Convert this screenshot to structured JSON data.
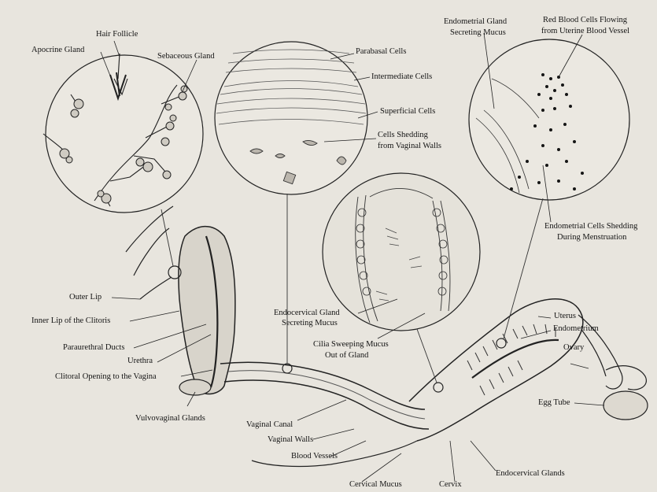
{
  "labels": {
    "hair_follicle": "Hair Follicle",
    "apocrine_gland": "Apocrine Gland",
    "sebaceous_gland": "Sebaceous Gland",
    "parabasal_cells": "Parabasal Cells",
    "intermediate_cells": "Intermediate Cells",
    "superficial_cells": "Superficial Cells",
    "cells_shedding_1": "Cells Shedding",
    "cells_shedding_2": "from Vaginal Walls",
    "endometrial_gland_1": "Endometrial Gland",
    "endometrial_gland_2": "Secreting Mucus",
    "red_blood_cells_1": "Red Blood Cells Flowing",
    "red_blood_cells_2": "from Uterine Blood Vessel",
    "endometrial_cells_1": "Endometrial Cells Shedding",
    "endometrial_cells_2": "During Menstruation",
    "outer_lip": "Outer Lip",
    "inner_lip": "Inner Lip of the Clitoris",
    "paraurethral_ducts": "Paraurethral Ducts",
    "urethra": "Urethra",
    "clitoral_opening": "Clitoral Opening to the Vagina",
    "vulvovaginal_glands": "Vulvovaginal Glands",
    "endocervical_gland_1": "Endocervical Gland",
    "endocervical_gland_2": "Secreting Mucus",
    "cilia_1": "Cilia Sweeping Mucus",
    "cilia_2": "Out of Gland",
    "uterus": "Uterus",
    "endometrium": "Endometrium",
    "ovary": "Ovary",
    "egg_tube": "Egg Tube",
    "vaginal_canal": "Vaginal Canal",
    "vaginal_walls": "Vaginal Walls",
    "blood_vessels": "Blood Vessels",
    "cervical_mucus": "Cervical Mucus",
    "cervix": "Cervix",
    "endocervical_glands": "Endocervical Glands"
  },
  "colors": {
    "paper": "#e8e5de",
    "ink": "#141414"
  }
}
